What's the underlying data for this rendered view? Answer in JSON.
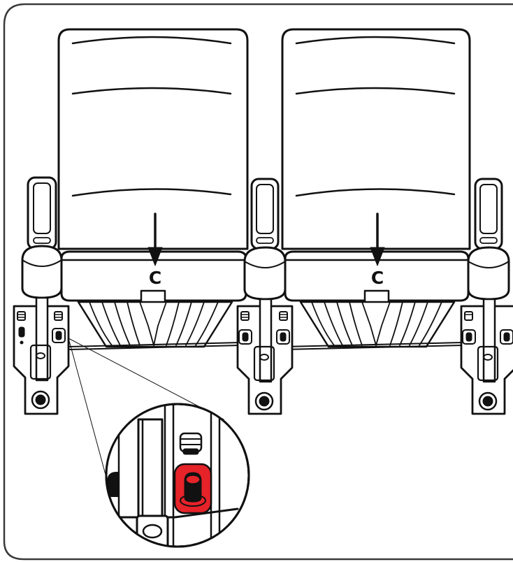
{
  "diagram": {
    "callout_letter": "C",
    "labels": [
      {
        "id": "left-seat-arrow-label",
        "text": "C"
      },
      {
        "id": "right-seat-arrow-label",
        "text": "C"
      }
    ],
    "colors": {
      "line": "#111111",
      "frame": "#3a3a3a",
      "highlight": "#e52329",
      "background": "#ffffff"
    },
    "icons": [
      "down-arrow-icon",
      "bolt-icon",
      "highlighted-button-icon",
      "magnifier-circle"
    ]
  }
}
